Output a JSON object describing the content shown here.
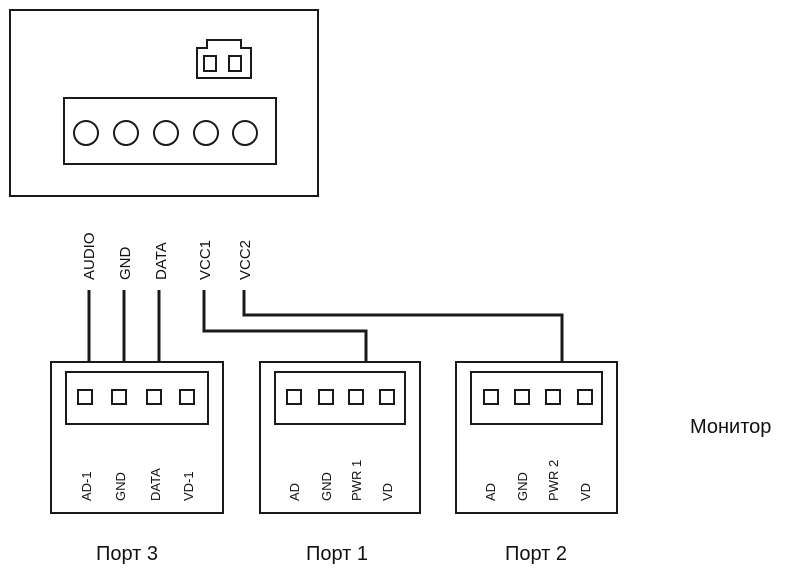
{
  "main_unit": {
    "wire_labels": [
      "AUDIO",
      "GND",
      "DATA",
      "VCC1",
      "VCC2"
    ]
  },
  "ports": [
    {
      "name": "Порт 3",
      "pins": [
        "AD-1",
        "GND",
        "DATA",
        "VD-1"
      ]
    },
    {
      "name": "Порт 1",
      "pins": [
        "AD",
        "GND",
        "PWR 1",
        "VD"
      ]
    },
    {
      "name": "Порт 2",
      "pins": [
        "AD",
        "GND",
        "PWR 2",
        "VD"
      ]
    }
  ],
  "side_label": "Монитор"
}
